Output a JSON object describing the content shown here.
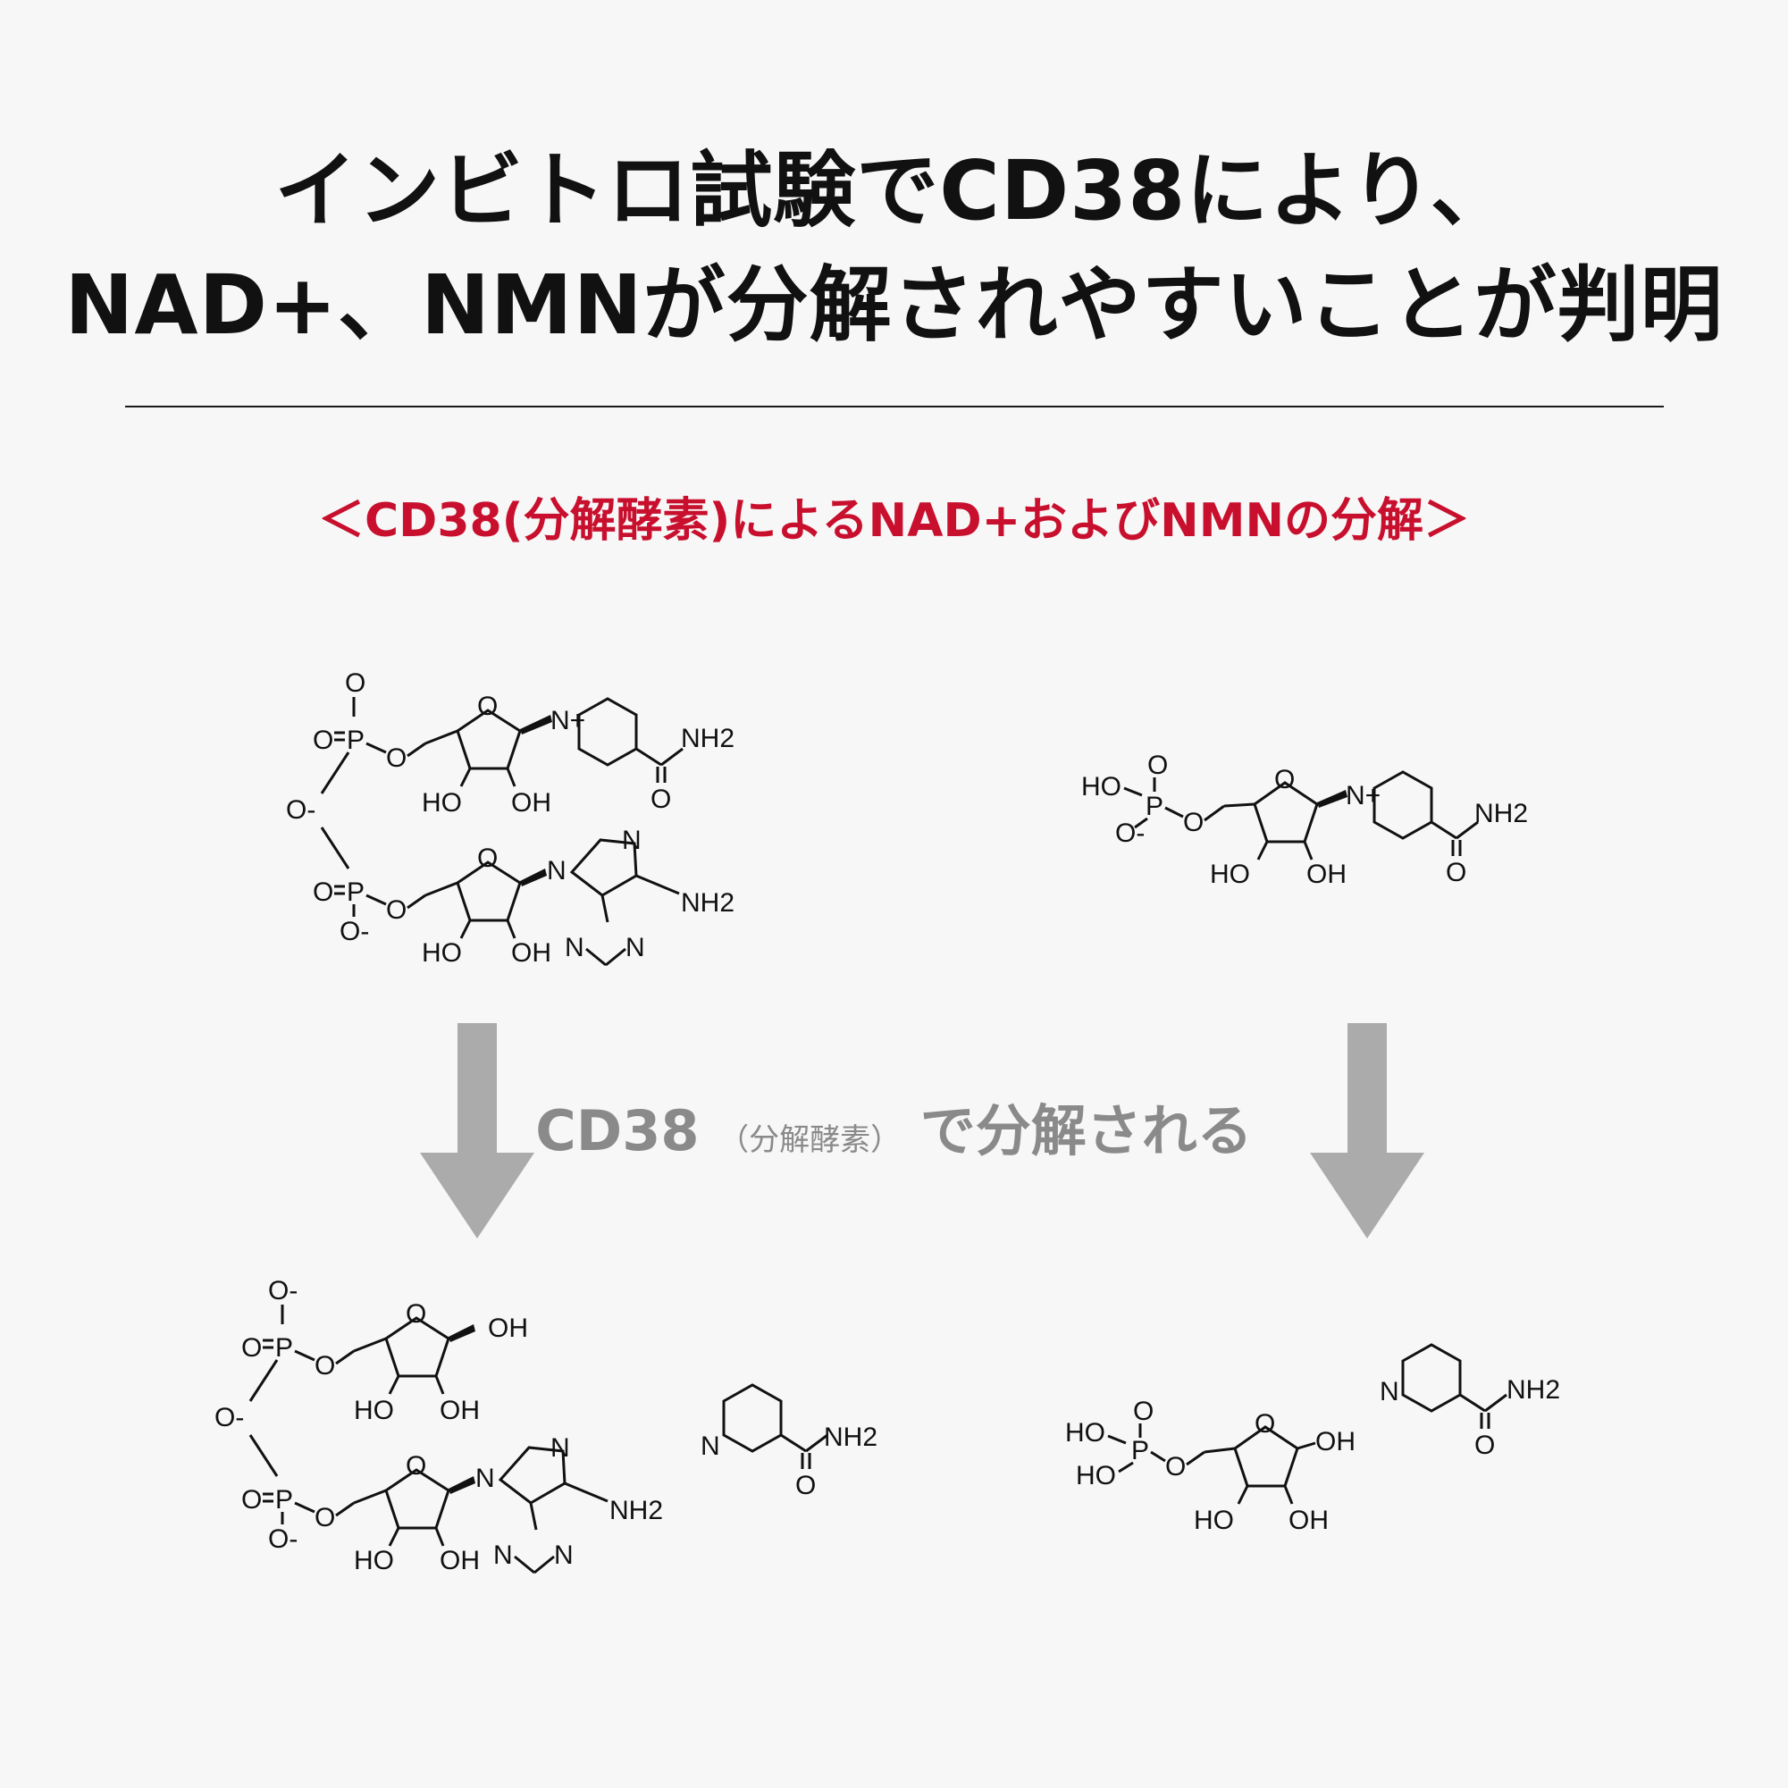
{
  "title": {
    "line1": "インビトロ試験でCD38により、",
    "line2": "NAD+、NMNが分解されやすいことが判明"
  },
  "subtitle": "＜CD38(分解酵素)によるNAD+およびNMNの分解＞",
  "arrow_label": {
    "main_prefix": "CD38",
    "paren": "（分解酵素）",
    "main_suffix": "で分解される"
  },
  "atom_labels": {
    "O": "O",
    "P": "P",
    "O_minus": "O-",
    "N": "N",
    "N_plus": "N+",
    "NH2": "NH2",
    "OH": "OH",
    "HO": "HO"
  },
  "colors": {
    "title": "#111111",
    "subtitle": "#c8102e",
    "arrow": "#ababab",
    "arrow_label": "#8a8a8a",
    "background": "#f7f7f7"
  }
}
